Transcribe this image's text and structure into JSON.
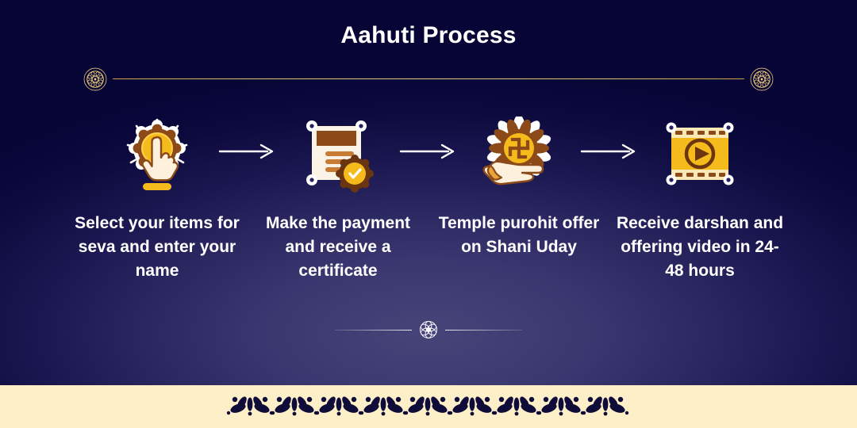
{
  "header": {
    "title": "Aahuti Process"
  },
  "dividers": {
    "top_ornament": "mandala-rosette-icon",
    "top_line_color": "#e0bd6c",
    "bottom_ornament": "flower-rosette-icon",
    "bottom_line_color": "#ffffff"
  },
  "theme": {
    "background_dark": "#030333",
    "background_light": "#474479",
    "text_color": "#ffffff",
    "gold": "#f2b617",
    "brown": "#7a4418",
    "cream": "#fdefc8"
  },
  "steps": [
    {
      "index": 1,
      "icon": "hand-select-diya-icon",
      "label": "Select your items for seva and enter your name"
    },
    {
      "index": 2,
      "icon": "certificate-seal-icon",
      "label": "Make the payment and receive a certificate"
    },
    {
      "index": 3,
      "icon": "hand-offering-swastika-icon",
      "label": "Temple purohit offer on Shani Uday"
    },
    {
      "index": 4,
      "icon": "film-play-video-icon",
      "label": "Receive darshan and offering video in 24-48 hours"
    }
  ],
  "connectors": [
    {
      "icon": "arrow-right-icon"
    },
    {
      "icon": "arrow-right-icon"
    },
    {
      "icon": "arrow-right-icon"
    }
  ],
  "footer": {
    "pattern": "floral-leaf-border-pattern",
    "background": "#fdefc8",
    "motif_color": "#0f0c3a"
  }
}
